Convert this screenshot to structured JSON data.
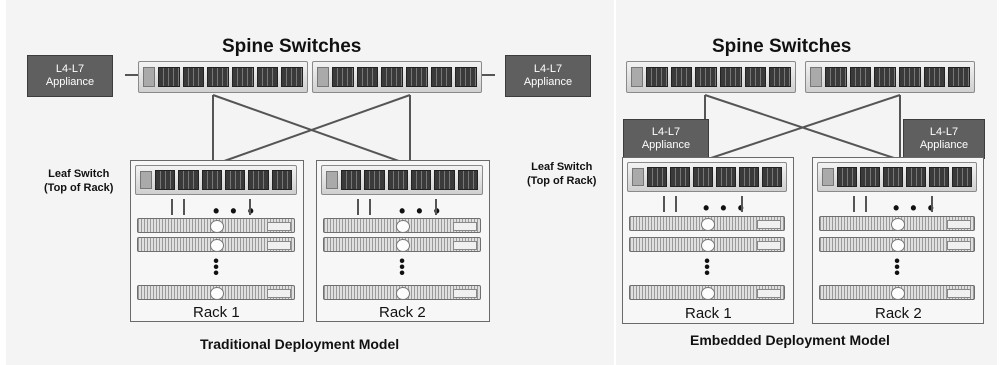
{
  "left": {
    "title": "Spine Switches",
    "caption": "Traditional Deployment Model",
    "appliance_line1": "L4-L7",
    "appliance_line2": "Appliance",
    "leaf_line1": "Leaf Switch",
    "leaf_line2": "(Top of Rack)",
    "rack1": "Rack 1",
    "rack2": "Rack 2",
    "ellipsis": "• • •"
  },
  "right": {
    "title": "Spine Switches",
    "caption": "Embedded Deployment Model",
    "appliance_line1": "L4-L7",
    "appliance_line2": "Appliance",
    "leaf_line1": "Leaf Switch",
    "leaf_line2": "(Top of Rack)",
    "rack1": "Rack 1",
    "rack2": "Rack 2",
    "ellipsis": "• • •"
  },
  "colors": {
    "appliance": "#5f5f5f",
    "background": "#f4f4f4"
  }
}
